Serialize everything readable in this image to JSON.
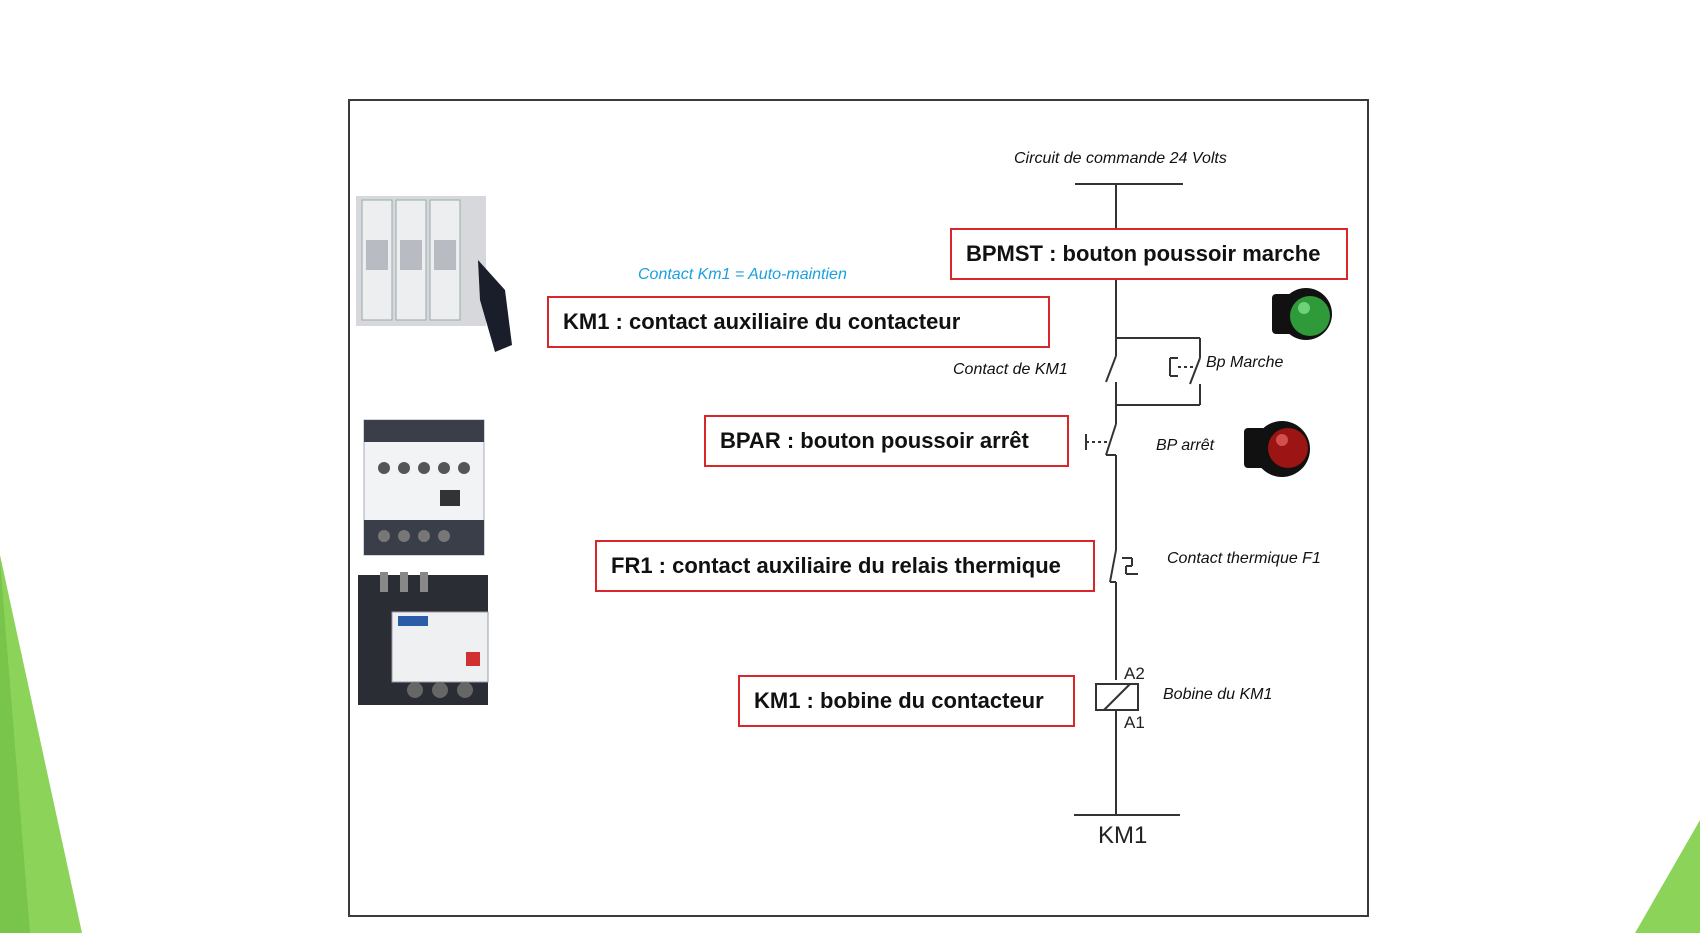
{
  "diagram": {
    "title": "Circuit de commande  24 Volts",
    "auto_maintien_note": "Contact Km1 = Auto-maintien",
    "captions": {
      "bpmst": "BPMST : bouton poussoir marche",
      "km1_contact": "KM1 : contact auxiliaire du contacteur",
      "bpar": "BPAR : bouton poussoir arrêt",
      "fr1": "FR1 : contact auxiliaire du relais thermique",
      "km1_coil": "KM1 : bobine du contacteur"
    },
    "labels": {
      "contact_km1": "Contact de KM1",
      "bp_marche": "Bp Marche",
      "bp_arret": "BP arrêt",
      "contact_thermique": "Contact thermique F1",
      "bobine": "Bobine du KM1",
      "a2": "A2",
      "a1": "A1",
      "bottom": "KM1"
    },
    "colors": {
      "caption_border": "#d9262b",
      "note_blue": "#1aa0e0",
      "accent_green": "#8cd35a",
      "button_green": "#2e9a3a",
      "button_red": "#9c1414"
    }
  }
}
